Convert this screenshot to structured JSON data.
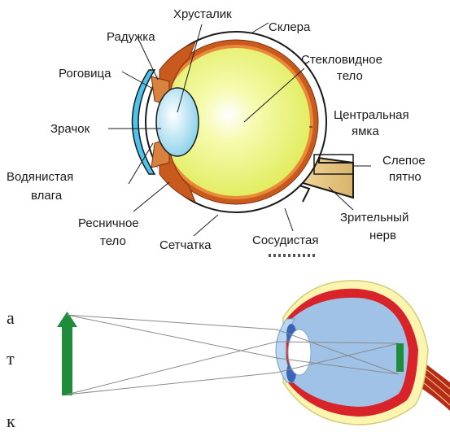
{
  "anatomy": {
    "labels": {
      "crystalline_lens": "Хрусталик",
      "sclera": "Склера",
      "iris": "Радужка",
      "vitreous_line1": "Стекловидное",
      "vitreous_line2": "тело",
      "cornea": "Роговица",
      "fovea_line1": "Центральная",
      "fovea_line2": "ямка",
      "pupil": "Зрачок",
      "blind_spot_line1": "Слепое",
      "blind_spot_line2": "пятно",
      "aqueous_line1": "Водянистая",
      "aqueous_line2": "влага",
      "optic_nerve_line1": "Зрительный",
      "optic_nerve_line2": "нерв",
      "ciliary_line1": "Ресничное",
      "ciliary_line2": "тело",
      "retina": "Сетчатка",
      "choroid_line1": "Сосудистая"
    }
  },
  "side_text": {
    "frag1": "а",
    "frag2": "т",
    "frag3": "к"
  },
  "colors": {
    "vitreous": "#eef56a",
    "lens": "#a9def2",
    "cornea": "#4fc3f0",
    "choroid": "#c85a1e",
    "sclera": "#ffffff",
    "object_arrow": "#1e8c3a",
    "image_arrow": "#1e8c3a",
    "eyeball_blue": "#9fc2e6",
    "eyeball_red": "#d8232a",
    "eyeball_outer": "#fbf5b0"
  }
}
